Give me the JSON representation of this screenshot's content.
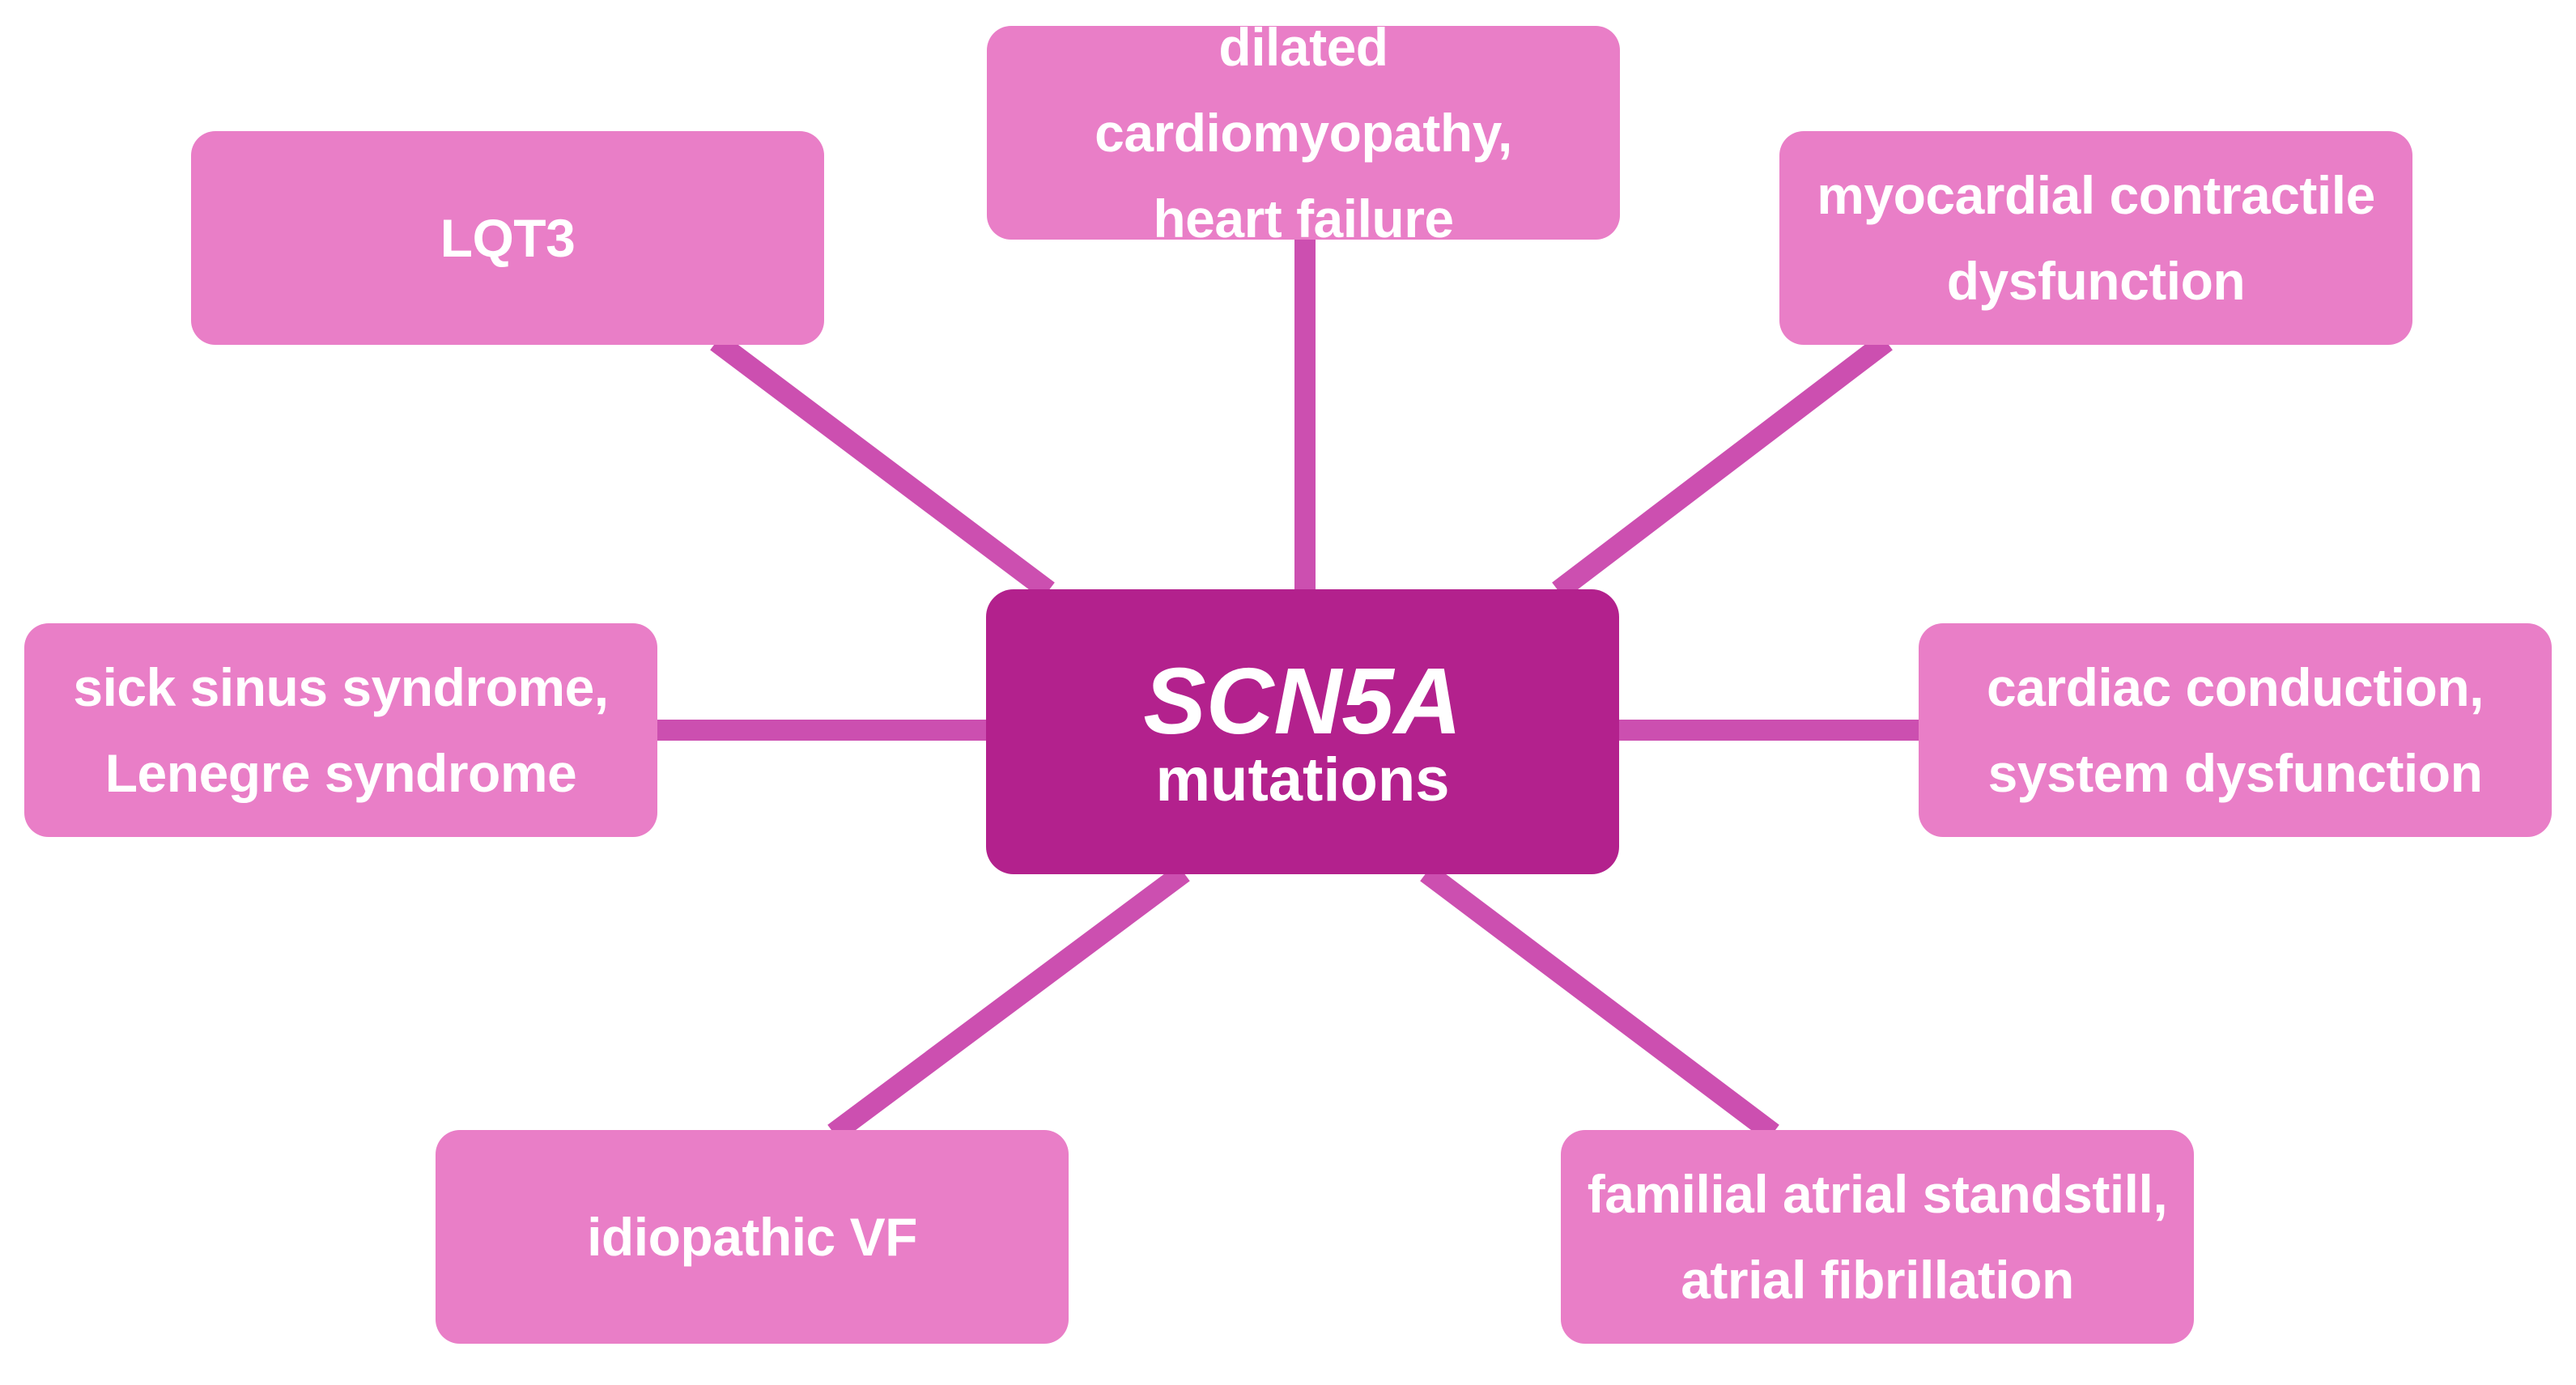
{
  "center": {
    "gene": "SCN5A",
    "label": "mutations"
  },
  "nodes": {
    "lqt3": {
      "lines": [
        "LQT3"
      ]
    },
    "dilated": {
      "lines": [
        "dilated cardiomyopathy,",
        "heart failure"
      ]
    },
    "myocardial": {
      "lines": [
        "myocardial contractile",
        "dysfunction"
      ]
    },
    "sick_sinus": {
      "lines": [
        "sick sinus syndrome,",
        "Lenegre syndrome"
      ]
    },
    "conduction": {
      "lines": [
        "cardiac conduction,",
        "system dysfunction"
      ]
    },
    "idiopathic": {
      "lines": [
        "idiopathic VF"
      ]
    },
    "familial": {
      "lines": [
        "familial atrial standstill,",
        "atrial fibrillation"
      ]
    }
  },
  "colors": {
    "center_fill": "#b3218d",
    "node_fill": "#e97ec7",
    "connector": "#cc4fb0",
    "text": "#ffffff"
  }
}
